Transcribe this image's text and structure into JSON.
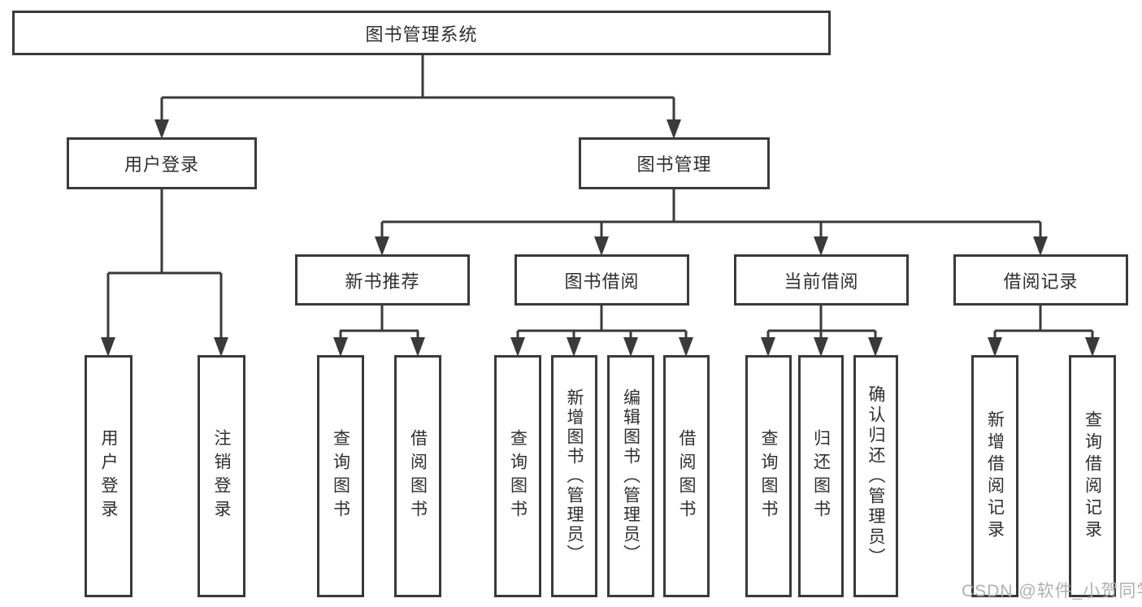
{
  "diagram": {
    "title": "图书管理系统",
    "branches": {
      "user_login": {
        "label": "用户登录",
        "children": [
          "用户登录",
          "注销登录"
        ]
      },
      "book_mgmt": {
        "label": "图书管理",
        "sections": {
          "new_books": {
            "label": "新书推荐",
            "children": [
              "查询图书",
              "借阅图书"
            ]
          },
          "borrowing": {
            "label": "图书借阅",
            "children": [
              "查询图书",
              "新增图书（管理员）",
              "编辑图书（管理员）",
              "借阅图书"
            ]
          },
          "current": {
            "label": "当前借阅",
            "children": [
              "查询图书",
              "归还图书",
              "确认归还（管理员）"
            ]
          },
          "records": {
            "label": "借阅记录",
            "children": [
              "新增借阅记录",
              "查询借阅记录"
            ]
          }
        }
      }
    }
  },
  "watermark": "CSDN @软件_小贺同学",
  "colors": {
    "line": "#3a3a3a",
    "text": "#2f2f2f",
    "watermark": "#b0b0b0",
    "background": "#ffffff"
  }
}
